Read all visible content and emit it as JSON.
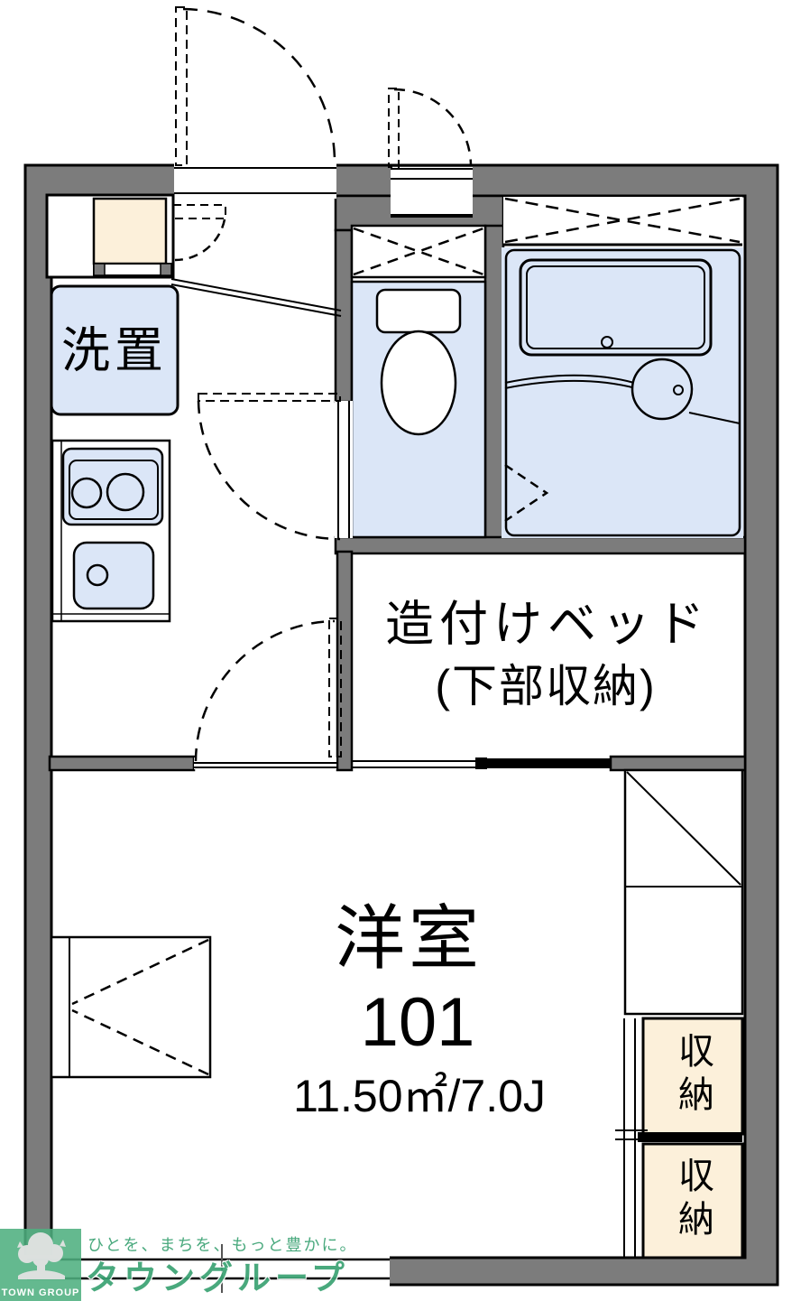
{
  "floor_plan": {
    "unit": {
      "room_type": "洋室",
      "room_number": "101",
      "area": "11.50㎡/7.0J"
    },
    "labels": {
      "laundry": "洗置",
      "bed_line1": "造付けベッド",
      "bed_line2": "(下部収納)",
      "storage_upper": "収納",
      "storated_note": "",
      "storage_lower": "収納"
    },
    "colors": {
      "wall_gray": "#7c7c7c",
      "room_blue": "#dbe6f7",
      "cabinet_beige": "#fcf0da",
      "line_black": "#000000"
    }
  },
  "logo": {
    "company_en": "TOWN GROUP",
    "tagline": "ひとを、まちを、もっと豊かに。",
    "company_jp": "タウングループ",
    "brand_green": "#3aa273"
  }
}
